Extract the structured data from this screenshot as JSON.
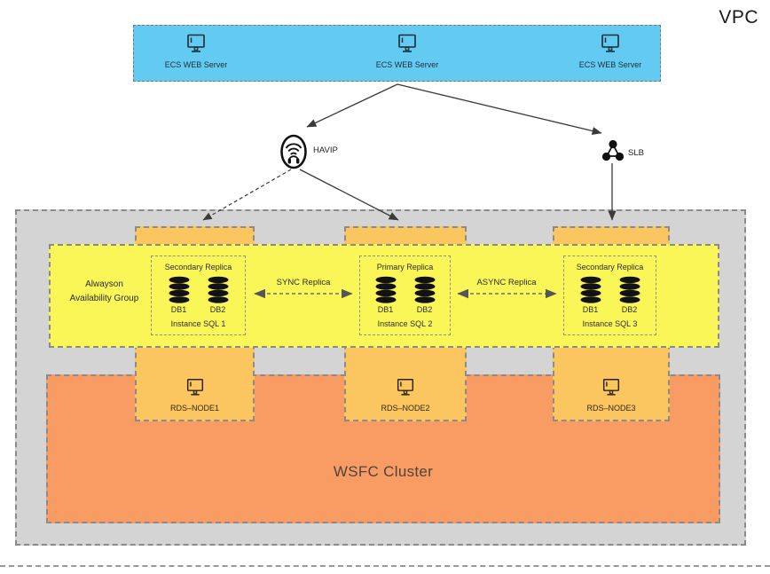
{
  "page": {
    "vpc_label": "VPC"
  },
  "ecs_group": {
    "servers": [
      {
        "label": "ECS WEB Server"
      },
      {
        "label": "ECS WEB Server"
      },
      {
        "label": "ECS WEB Server"
      }
    ]
  },
  "network": {
    "havip_label": "HAVIP",
    "slb_label": "SLB"
  },
  "availability_group": {
    "label_line1": "Alwayson",
    "label_line2": "Availability Group",
    "instances": [
      {
        "role": "Secondary Replica",
        "db1": "DB1",
        "db2": "DB2",
        "name": "Instance SQL 1"
      },
      {
        "role": "Primary Replica",
        "db1": "DB1",
        "db2": "DB2",
        "name": "Instance SQL 2"
      },
      {
        "role": "Secondary Replica",
        "db1": "DB1",
        "db2": "DB2",
        "name": "Instance SQL 3"
      }
    ],
    "links": [
      {
        "label": "SYNC Replica"
      },
      {
        "label": "ASYNC Replica"
      }
    ]
  },
  "cluster": {
    "label": "WSFC Cluster",
    "nodes": [
      {
        "label": "RDS–NODE1"
      },
      {
        "label": "RDS–NODE2"
      },
      {
        "label": "RDS–NODE3"
      }
    ]
  },
  "colors": {
    "blue": "#63CBF2",
    "gray": "#D4D4D4",
    "yellow": "#FAF657",
    "amber": "#FBC55F",
    "orange": "#F99C63",
    "border": "#8b8b8b"
  }
}
